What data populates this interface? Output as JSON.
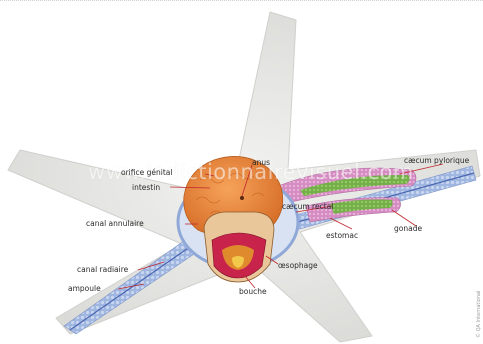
{
  "watermark": "www.ledictionnairevisuel.com",
  "credit": "© QA International",
  "labels": {
    "anus": "anus",
    "orifice_genital": "orifice génital",
    "intestin": "intestin",
    "caecum_pylorique": "cæcum pylorique",
    "caecum_rectal": "cæcum rectal",
    "canal_annulaire": "canal annulaire",
    "estomac": "estomac",
    "gonade": "gonade",
    "oesophage": "œsophage",
    "canal_radiaire": "canal radiaire",
    "ampoule": "ampoule",
    "bouche": "bouche"
  },
  "colors": {
    "body": "#e4e4e2",
    "stomach": "#e8843a",
    "caecum_pink": "#d48bc0",
    "caecum_green": "#6fbf3c",
    "canal_blue": "#8fa8d8",
    "mouth_red": "#c8234a",
    "leader_red": "#c0272d"
  }
}
